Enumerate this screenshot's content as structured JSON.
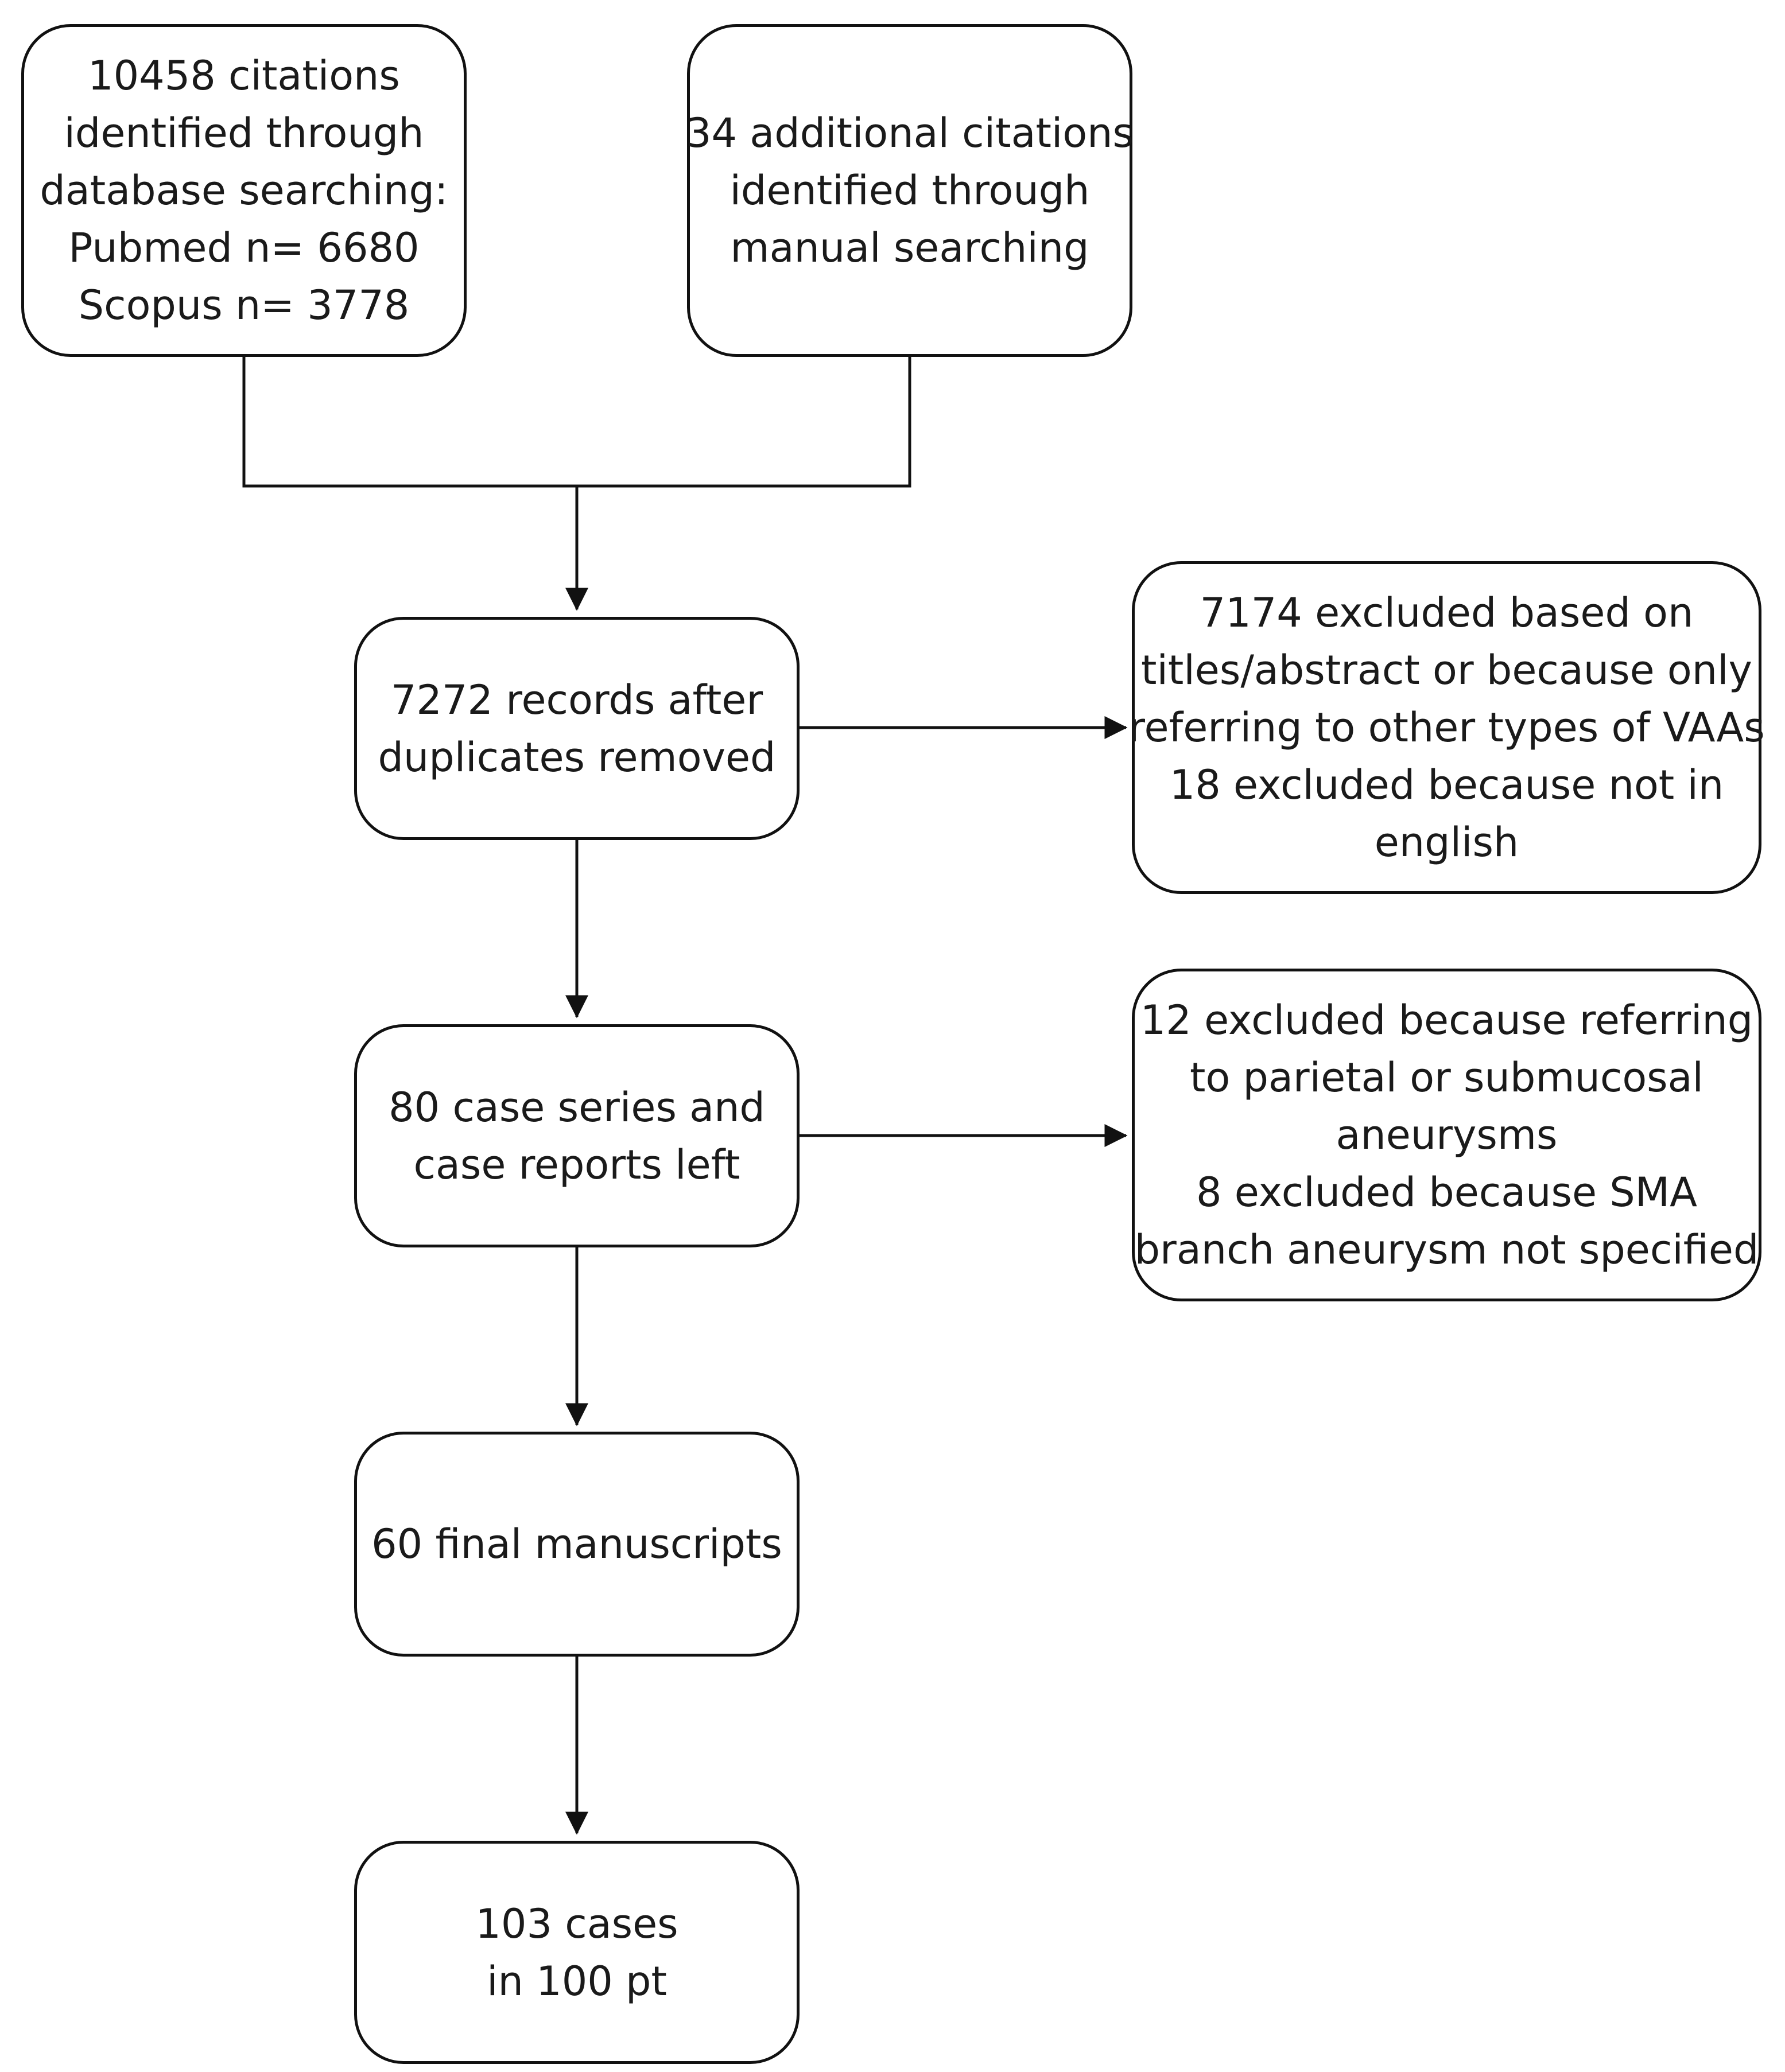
{
  "flowchart": {
    "boxes": {
      "database": {
        "text": "10458 citations\nidentified through\ndatabase searching:\nPubmed n= 6680\nScopus n= 3778"
      },
      "manual": {
        "text": "34 additional citations\nidentified through\nmanual searching"
      },
      "records": {
        "text": "7272 records after\nduplicates removed"
      },
      "exclusion_1": {
        "text": "7174 excluded based on\ntitles/abstract or because only\nreferring to other types of VAAs\n18 excluded because not in\nenglish"
      },
      "case_series": {
        "text": "80 case series and\ncase reports left"
      },
      "exclusion_2": {
        "text": "12 excluded because referring\nto parietal or submucosal\naneurysms\n8 excluded because SMA\nbranch aneurysm not specified"
      },
      "manuscripts": {
        "text": "60 final manuscripts"
      },
      "cases": {
        "text": "103 cases\nin 100 pt"
      }
    },
    "colors": {
      "line": "#111111",
      "box_fill": "#ffffff",
      "text": "#1a1a1a"
    }
  }
}
